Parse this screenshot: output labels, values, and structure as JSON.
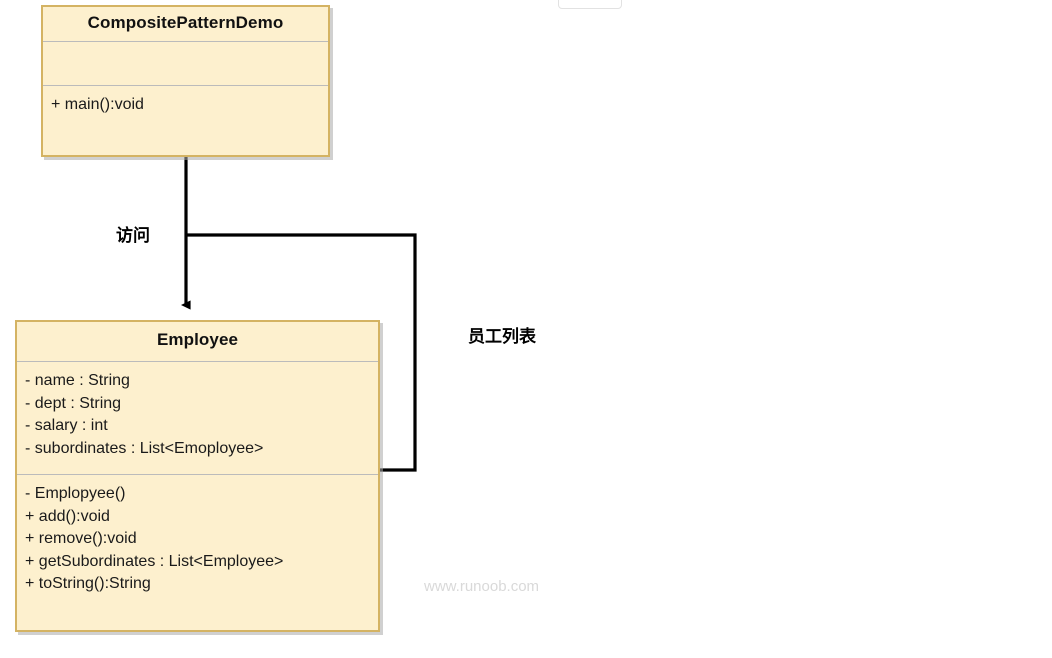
{
  "diagram": {
    "type": "uml-class-diagram",
    "title_watermark": "www.runoob.com",
    "classes": [
      {
        "id": "composite-pattern-demo",
        "name": "CompositePatternDemo",
        "attributes": [],
        "methods": [
          "+ main():void"
        ]
      },
      {
        "id": "employee",
        "name": "Employee",
        "attributes": [
          "- name : String",
          "- dept : String",
          "- salary : int",
          "- subordinates : List<Emoployee>"
        ],
        "methods": [
          "- Emplopyee()",
          "+ add():void",
          "+ remove():void",
          "+ getSubordinates : List<Employee>",
          "+ toString():String"
        ]
      }
    ],
    "labels": {
      "access": "访问",
      "employee_list": "员工列表"
    },
    "colors": {
      "class_fill": "#FDF0CE",
      "class_border": "#D4B363",
      "divider": "#BBBBBB",
      "connector": "#000000",
      "watermark": "#D9D9D9",
      "text": "#1a1a1a"
    }
  }
}
